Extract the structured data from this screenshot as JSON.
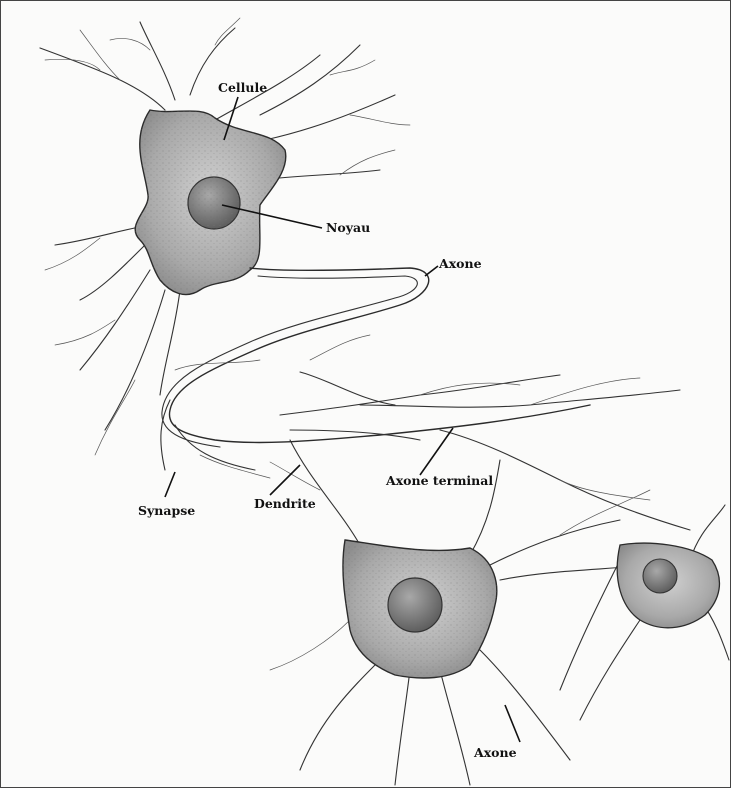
{
  "diagram": {
    "labels": {
      "cellule": "Cellule",
      "noyau": "Noyau",
      "axone_top": "Axone",
      "axone_terminal": "Axone terminal",
      "synapse": "Synapse",
      "dendrite": "Dendrite",
      "axone_bottom": "Axone"
    },
    "colors": {
      "cell_fill": "#b9b9b9",
      "cell_shade": "#8e8e8e",
      "nucleus_fill": "#7a7a7a",
      "ink": "#222222",
      "paper": "#fbfbfa"
    }
  }
}
